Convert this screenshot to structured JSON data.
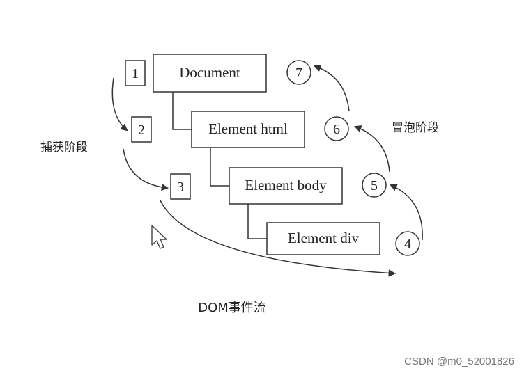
{
  "diagram": {
    "nodes": {
      "document": "Document",
      "html": "Element html",
      "body": "Element body",
      "div": "Element div"
    },
    "capture_steps": [
      "1",
      "2",
      "3"
    ],
    "bubble_steps": [
      "4",
      "5",
      "6",
      "7"
    ],
    "capture_label": "捕获阶段",
    "bubble_label": "冒泡阶段",
    "caption": "DOM事件流"
  },
  "watermark": "CSDN @m0_52001826",
  "colors": {
    "stroke": "#333333",
    "text": "#222222",
    "background": "#ffffff",
    "watermark": "#777777"
  }
}
